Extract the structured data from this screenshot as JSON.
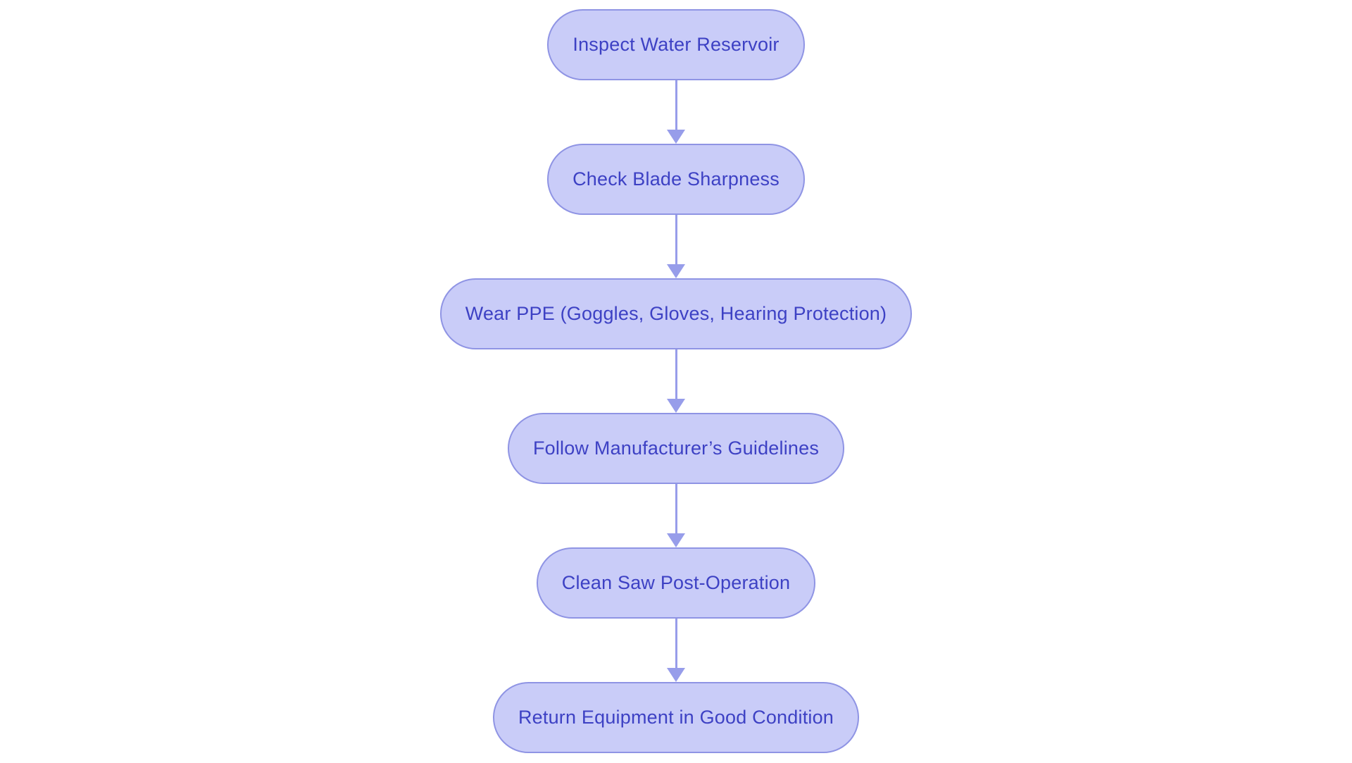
{
  "diagram": {
    "type": "flowchart",
    "direction": "top-down",
    "background": "#ffffff",
    "colors": {
      "node_fill": "#c9ccf8",
      "node_border": "#8f94e4",
      "node_text": "#3d41c4",
      "arrow": "#979dea"
    },
    "nodes": [
      {
        "id": "inspect-water-reservoir",
        "label": "Inspect Water Reservoir"
      },
      {
        "id": "check-blade-sharpness",
        "label": "Check Blade Sharpness"
      },
      {
        "id": "wear-ppe",
        "label": "Wear PPE (Goggles, Gloves, Hearing Protection)"
      },
      {
        "id": "follow-manufacturers-guidelines",
        "label": "Follow Manufacturer’s Guidelines"
      },
      {
        "id": "clean-saw-post-operation",
        "label": "Clean Saw Post-Operation"
      },
      {
        "id": "return-equipment-good-condition",
        "label": "Return Equipment in Good Condition"
      }
    ],
    "edges": [
      {
        "from": "inspect-water-reservoir",
        "to": "check-blade-sharpness"
      },
      {
        "from": "check-blade-sharpness",
        "to": "wear-ppe"
      },
      {
        "from": "wear-ppe",
        "to": "follow-manufacturers-guidelines"
      },
      {
        "from": "follow-manufacturers-guidelines",
        "to": "clean-saw-post-operation"
      },
      {
        "from": "clean-saw-post-operation",
        "to": "return-equipment-good-condition"
      }
    ]
  }
}
